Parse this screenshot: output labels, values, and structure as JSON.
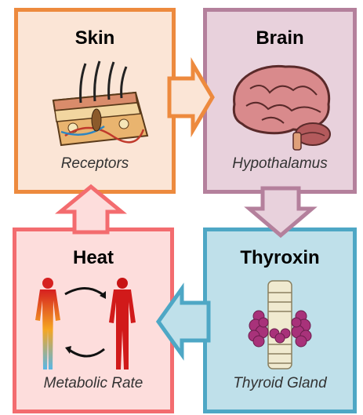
{
  "boxes": {
    "skin": {
      "title": "Skin",
      "caption": "Receptors"
    },
    "brain": {
      "title": "Brain",
      "caption": "Hypothalamus"
    },
    "heat": {
      "title": "Heat",
      "caption": "Metabolic Rate"
    },
    "thyroxin": {
      "title": "Thyroxin",
      "caption": "Thyroid Gland"
    }
  },
  "colors": {
    "skin_border": "#ed8a3e",
    "skin_fill": "#fbe5d6",
    "brain_border": "#b4809c",
    "brain_fill": "#e8d1dc",
    "heat_border": "#f36c6f",
    "heat_fill": "#fddddc",
    "thyroid_border": "#4ea7c5",
    "thyroid_fill": "#bfe0ea"
  },
  "icons": {
    "skin": "skin-cross-section-icon",
    "brain": "brain-icon",
    "heat": "body-heat-icon",
    "thyroid": "thyroid-gland-icon"
  }
}
